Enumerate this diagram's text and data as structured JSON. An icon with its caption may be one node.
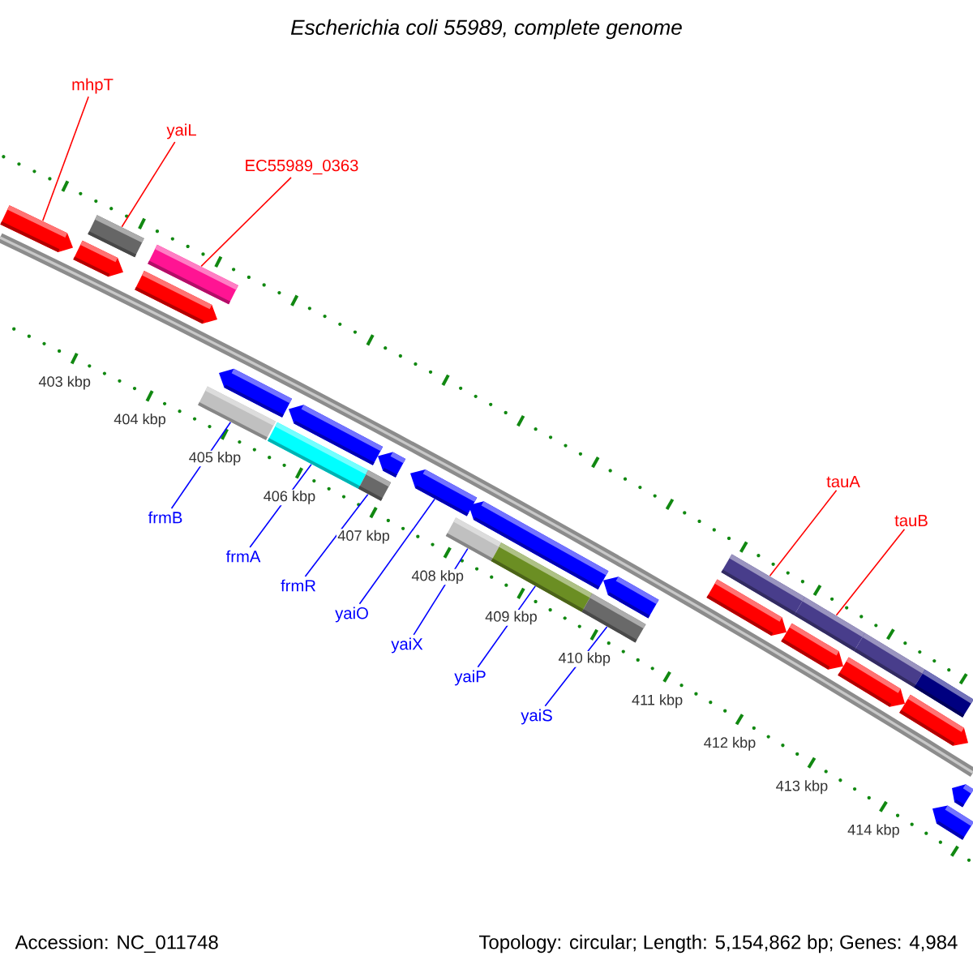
{
  "diagram": {
    "title": "Escherichia coli 55989, complete genome",
    "nodes": [
      {
        "text": [
          "mhpT"
        ]
      },
      {
        "text": [
          "yaiL"
        ]
      },
      {
        "text": [
          "EC55989_0363"
        ]
      },
      {
        "text": [
          "tauA"
        ]
      },
      {
        "text": [
          "tauB"
        ]
      },
      {
        "text": [
          "frmB"
        ]
      },
      {
        "text": [
          "frmA"
        ]
      },
      {
        "text": [
          "frmR"
        ]
      },
      {
        "text": [
          "yaiO"
        ]
      },
      {
        "text": [
          "yaiX"
        ]
      },
      {
        "text": [
          "yaiP"
        ]
      },
      {
        "text": [
          "yaiS"
        ]
      },
      {
        "text": [],
        "shape": "pentagon"
      },
      {
        "text": [],
        "shape": "bar"
      },
      {
        "text": [],
        "shape": "pentagon"
      },
      {
        "text": [],
        "shape": "bar"
      },
      {
        "text": [],
        "shape": "pentagon"
      },
      {
        "text": [],
        "shape": "bar"
      },
      {
        "text": [],
        "shape": "bar"
      },
      {
        "text": [],
        "shape": "bar"
      },
      {
        "text": [],
        "shape": "bar"
      },
      {
        "text": [],
        "shape": "pentagon"
      },
      {
        "text": [],
        "shape": "pentagon"
      },
      {
        "text": [],
        "shape": "pentagon"
      },
      {
        "text": [],
        "shape": "pentagon"
      },
      {
        "text": [],
        "shape": "pentagon"
      },
      {
        "text": [],
        "shape": "pentagon"
      },
      {
        "text": [],
        "shape": "pentagon"
      },
      {
        "text": [],
        "shape": "pentagon"
      },
      {
        "text": [],
        "shape": "pentagon"
      },
      {
        "text": [],
        "shape": "pentagon"
      },
      {
        "text": [],
        "shape": "pentagon"
      },
      {
        "text": [],
        "shape": "bar"
      },
      {
        "text": [],
        "shape": "bar"
      },
      {
        "text": [],
        "shape": "bar"
      },
      {
        "text": [],
        "shape": "bar"
      },
      {
        "text": [],
        "shape": "bar"
      },
      {
        "text": [],
        "shape": "bar"
      },
      {
        "text": [],
        "shape": "pentagon"
      }
    ],
    "edges": [
      {
        "from": 0,
        "to": 12,
        "arrow": "none",
        "color": "#ff0000"
      },
      {
        "from": 1,
        "to": 13,
        "arrow": "none",
        "color": "#ff0000"
      },
      {
        "from": 2,
        "to": 15,
        "arrow": "none",
        "color": "#ff0000"
      },
      {
        "from": 3,
        "to": 17,
        "arrow": "none",
        "color": "#ff0000"
      },
      {
        "from": 4,
        "to": 18,
        "arrow": "none",
        "color": "#ff0000"
      },
      {
        "from": 5,
        "to": 32,
        "arrow": "none"
      },
      {
        "from": 6,
        "to": 33,
        "arrow": "none"
      },
      {
        "from": 7,
        "to": 34,
        "arrow": "none"
      },
      {
        "from": 8,
        "to": 28,
        "arrow": "none"
      },
      {
        "from": 9,
        "to": 35,
        "arrow": "none"
      },
      {
        "from": 10,
        "to": 36,
        "arrow": "none"
      },
      {
        "from": 11,
        "to": 37,
        "arrow": "none"
      }
    ],
    "labels": [
      "403 kbp",
      "404 kbp",
      "405 kbp",
      "406 kbp",
      "407 kbp",
      "408 kbp",
      "409 kbp",
      "410 kbp",
      "411 kbp",
      "412 kbp",
      "413 kbp",
      "414 kbp",
      "Accession: NC_011748",
      "Topology: circular; Length: 5,154,862 bp; Genes: 4,984"
    ]
  }
}
